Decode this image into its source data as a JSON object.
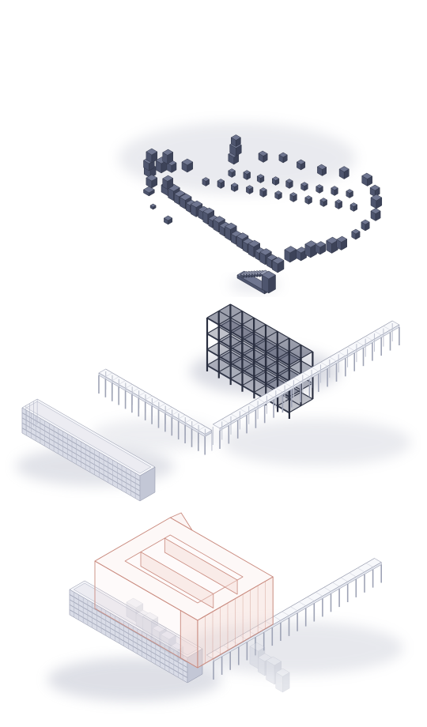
{
  "colors": {
    "background": "#ffffff",
    "program_top": "#6f7690",
    "program_left": "#4e556e",
    "program_right": "#3d4359",
    "structure": "#4a5068",
    "pale_top": "#f4f5f9",
    "pale_left": "#d9dce7",
    "pale_right": "#c3c7d6",
    "line": "#8a8fa3",
    "envelope": "#c98a7e",
    "envelope_fill": "#f3d9d3"
  },
  "layers": [
    {
      "id": "program-volumes",
      "depicts": "program-boxes"
    },
    {
      "id": "stair",
      "depicts": "stair"
    },
    {
      "id": "frame-structure",
      "depicts": "steel-frame"
    },
    {
      "id": "existing-buildings",
      "depicts": "slab-and-colonnades"
    },
    {
      "id": "assembly",
      "depicts": "envelope-over-buildings"
    }
  ]
}
